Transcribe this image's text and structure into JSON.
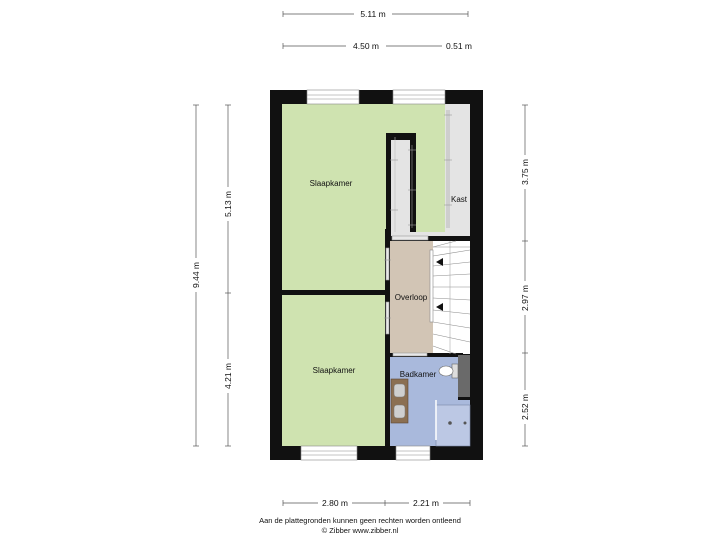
{
  "dimensions": {
    "total_width": "5.11 m",
    "top_left": "4.50 m",
    "top_right": "0.51 m",
    "bottom_left": "2.80 m",
    "bottom_right": "2.21 m",
    "left_total": "9.44 m",
    "left_upper": "5.13 m",
    "left_lower": "4.21 m",
    "right_upper": "3.75 m",
    "right_middle": "2.97 m",
    "right_lower": "2.52 m"
  },
  "rooms": {
    "bedroom_top": "Slaapkamer",
    "bedroom_bottom": "Slaapkamer",
    "closet": "Kast",
    "landing": "Overloop",
    "bathroom": "Badkamer"
  },
  "colors": {
    "bedroom": "#cfe3b0",
    "landing": "#d2c5b5",
    "bathroom": "#a9b9dc",
    "closet": "#e4e4e4",
    "wall": "#111111"
  },
  "footer": {
    "disclaimer": "Aan de plattegronden kunnen geen rechten worden ontleend",
    "credit": "© Zibber www.zibber.nl"
  }
}
